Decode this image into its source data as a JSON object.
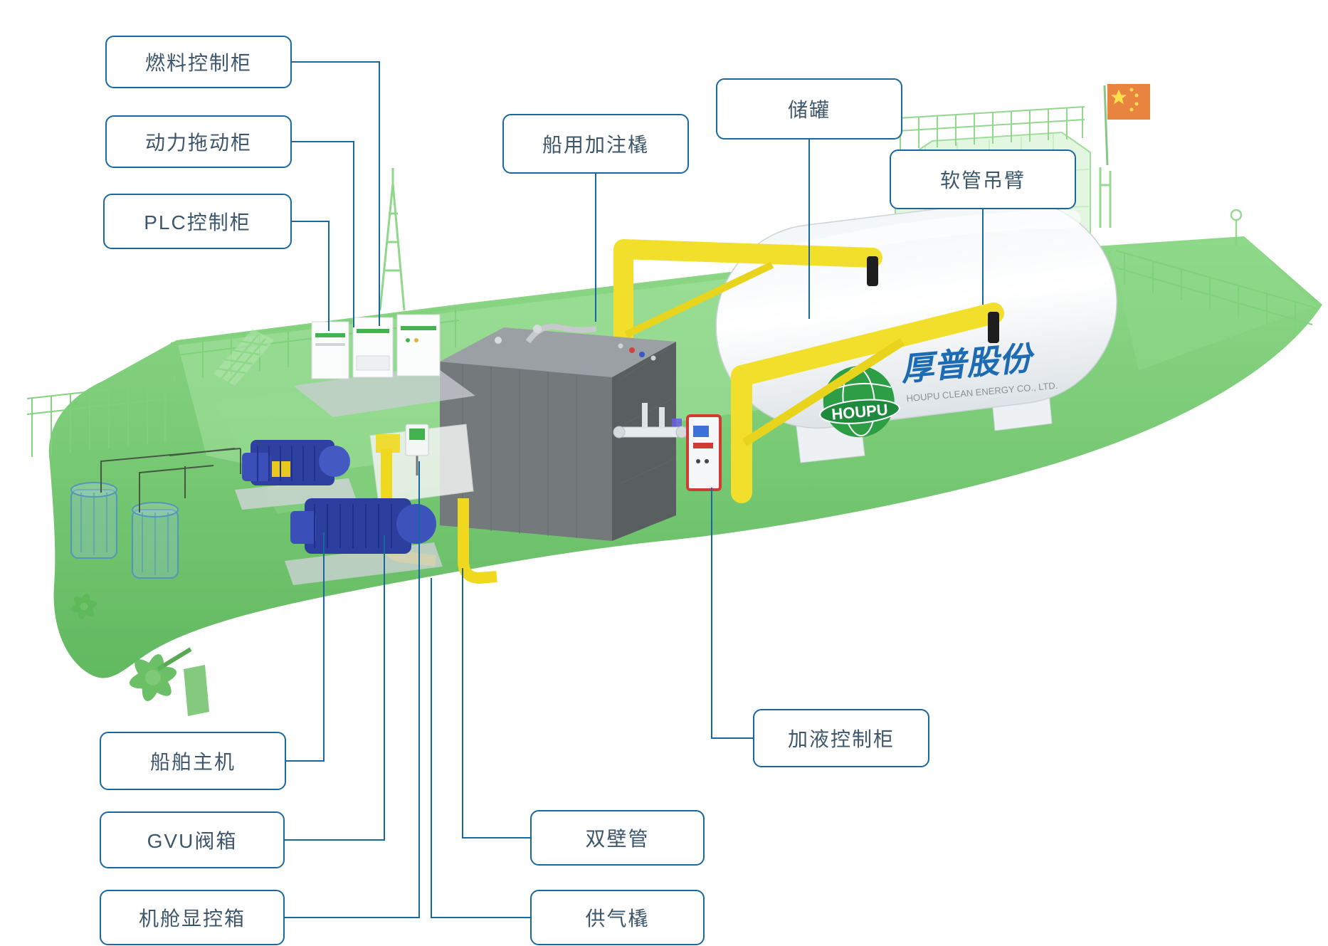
{
  "diagram": {
    "title": "LNG bunkering vessel equipment diagram",
    "labels": [
      {
        "id": "fuel-control-cabinet",
        "text": "燃料控制柜"
      },
      {
        "id": "power-drive-cabinet",
        "text": "动力拖动柜"
      },
      {
        "id": "plc-control-cabinet",
        "text": "PLC控制柜"
      },
      {
        "id": "marine-bunkering-skid",
        "text": "船用加注橇"
      },
      {
        "id": "storage-tank",
        "text": "储罐"
      },
      {
        "id": "hose-crane-arm",
        "text": "软管吊臂"
      },
      {
        "id": "ship-main-engine",
        "text": "船舶主机"
      },
      {
        "id": "gvu-valve-box",
        "text": "GVU阀箱"
      },
      {
        "id": "engine-room-display-box",
        "text": "机舱显控箱"
      },
      {
        "id": "double-wall-pipe",
        "text": "双壁管"
      },
      {
        "id": "gas-supply-skid",
        "text": "供气橇"
      },
      {
        "id": "liquid-filling-control-cabinet",
        "text": "加液控制柜"
      }
    ],
    "logo": {
      "brand": "HOUPU",
      "brand_cn": "厚普股份",
      "company": "HOUPU CLEAN ENERGY CO., LTD."
    },
    "colors": {
      "label_border": "#19679f",
      "label_text": "#3d566b",
      "leader_line": "#19679f",
      "ship_green": "#6cc268",
      "deck_green": "#aee7a8",
      "crane_yellow": "#f2df2c",
      "tank_white": "#ffffff",
      "container_gray": "#74797c",
      "pump_blue": "#2c3f9f",
      "cabinet_red": "#d23b33",
      "flag_orange_red": "#e88440",
      "logo_green": "#2e9e46",
      "logo_blue": "#1d6cb3"
    }
  }
}
